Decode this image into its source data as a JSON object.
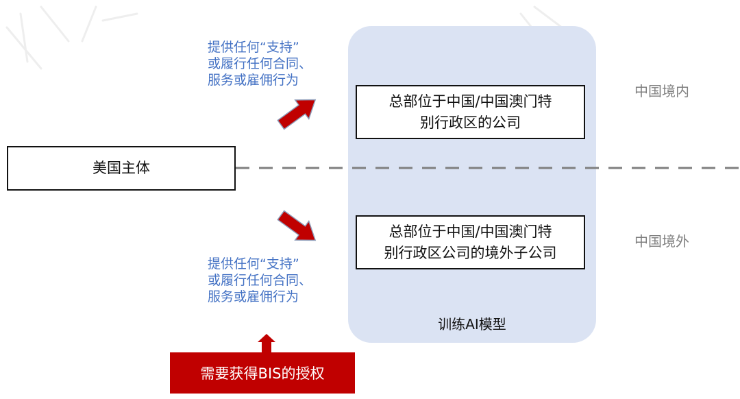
{
  "us_entity": {
    "label": "美国主体"
  },
  "hq_company": {
    "lines": [
      "总部位于中国/中国澳门特",
      "别行政区的公司"
    ]
  },
  "overseas_subsidiary": {
    "lines": [
      "总部位于中国/中国澳门特",
      "别行政区公司的境外子公司"
    ]
  },
  "note_top": {
    "lines": [
      "提供任何“支持”",
      "或履行任何合同、",
      "服务或雇佣行为"
    ]
  },
  "note_bottom": {
    "lines": [
      "提供任何“支持”",
      "或履行任何合同、",
      "服务或雇佣行为"
    ]
  },
  "regions": {
    "inside": "中国境内",
    "outside": "中国境外"
  },
  "panel_label": "训练AI模型",
  "bis_label": "需要获得BIS的授权",
  "colors": {
    "panel": "#dbe3f3",
    "arrow": "#c00000",
    "note_text": "#4472c4",
    "region_text": "#7f7f7f",
    "divider": "#7f7f7f"
  }
}
